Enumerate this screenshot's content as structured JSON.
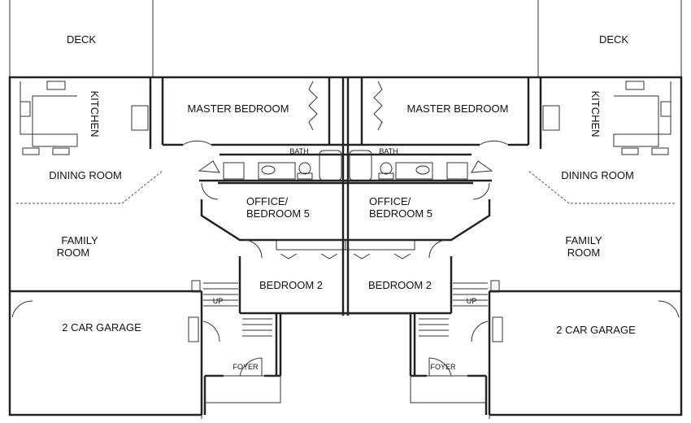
{
  "units": [
    {
      "side": "left",
      "rooms": {
        "deck": "DECK",
        "kitchen": "KITCHEN",
        "master_bedroom": "MASTER BEDROOM",
        "bath": "BATH",
        "dining_room": "DINING ROOM",
        "office_line1": "OFFICE/",
        "office_line2": "BEDROOM 5",
        "family_line1": "FAMILY",
        "family_line2": "ROOM",
        "bedroom2": "BEDROOM 2",
        "stairs_up": "UP",
        "garage": "2 CAR GARAGE",
        "foyer": "FOYER"
      }
    },
    {
      "side": "right",
      "rooms": {
        "deck": "DECK",
        "kitchen": "KITCHEN",
        "master_bedroom": "MASTER BEDROOM",
        "bath": "BATH",
        "dining_room": "DINING ROOM",
        "office_line1": "OFFICE/",
        "office_line2": "BEDROOM 5",
        "family_line1": "FAMILY",
        "family_line2": "ROOM",
        "bedroom2": "BEDROOM 2",
        "stairs_up": "UP",
        "garage": "2 CAR GARAGE",
        "foyer": "FOYER"
      }
    }
  ]
}
